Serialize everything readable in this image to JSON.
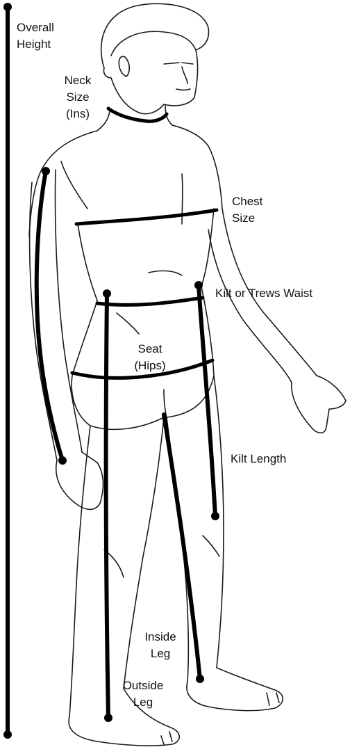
{
  "labels": {
    "overall_height": [
      "Overall",
      "Height"
    ],
    "neck_size": [
      "Neck",
      "Size",
      "(Ins)"
    ],
    "chest_size": [
      "Chest",
      "Size"
    ],
    "kilt_waist": "Kilt or Trews Waist",
    "seat": [
      "Seat",
      "(Hips)"
    ],
    "kilt_length": "Kilt Length",
    "inside_leg": [
      "Inside",
      "Leg"
    ],
    "outside_leg": [
      "Outside",
      "Leg"
    ]
  },
  "colors": {
    "ink": "#000000",
    "background": "#ffffff"
  }
}
